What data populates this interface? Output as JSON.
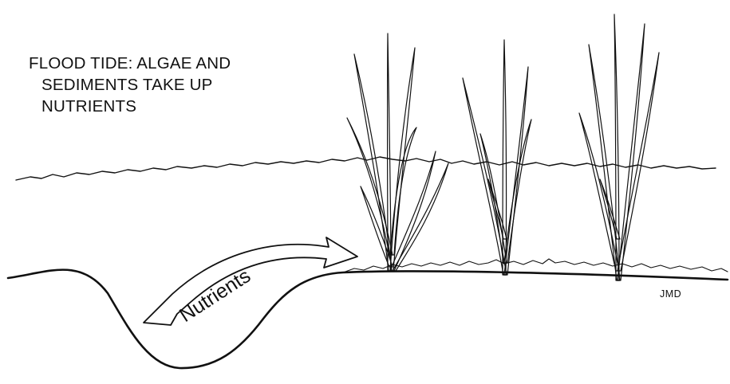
{
  "caption": {
    "line1": "FLOOD TIDE:  ALGAE AND",
    "line2": "SEDIMENTS TAKE UP",
    "line3": "NUTRIENTS"
  },
  "arrow": {
    "label": "Nutrients"
  },
  "signature": "JMD",
  "colors": {
    "ink": "#111111",
    "background": "#ffffff"
  }
}
